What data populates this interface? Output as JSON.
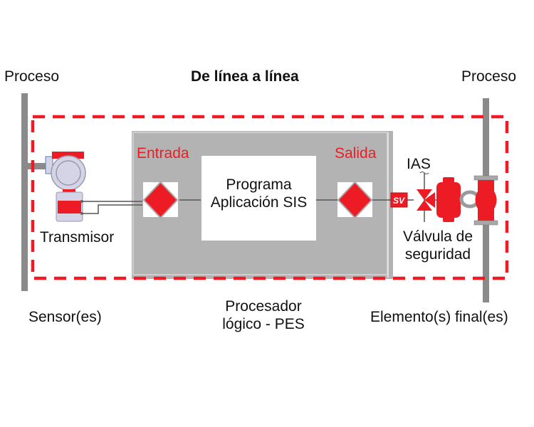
{
  "diagram": {
    "title": "De línea a línea",
    "process_left": "Proceso",
    "process_right": "Proceso",
    "transmitter_label": "Transmisor",
    "input_label": "Entrada",
    "output_label": "Salida",
    "program_line1": "Programa",
    "program_line2": "Aplicación SIS",
    "ias_label": "IAS",
    "sv_label": "SV",
    "valve_line1": "Válvula de",
    "valve_line2": "seguridad",
    "sensors_label": "Sensor(es)",
    "processor_line1": "Procesador",
    "processor_line2": "lógico - PES",
    "final_elements_label": "Elemento(s) final(es)"
  },
  "colors": {
    "accent_red": "#ed1c24",
    "pipe_gray": "#8a8a8a",
    "box_gray": "#b3b3b3",
    "device_lilac": "#d4d4e6"
  }
}
